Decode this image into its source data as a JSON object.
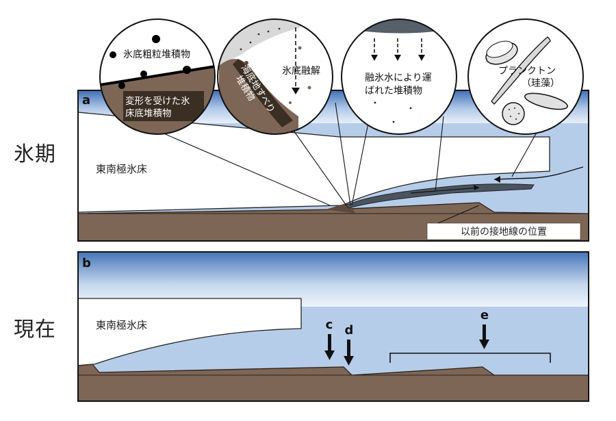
{
  "side_labels": {
    "top": "氷期",
    "bottom": "現在"
  },
  "panel_a": {
    "letter": "a",
    "ice_sheet": "東南極氷床",
    "grounding_line": "以前の接地線の位置",
    "bubbles": {
      "b1": {
        "lines": [
          "氷底粗粒堆積物"
        ]
      },
      "b1_lower": {
        "lines": [
          "変形を受けた氷",
          "床底堆積物"
        ]
      },
      "b2_slide": {
        "lines": [
          "海底地すべり",
          "堆積物"
        ]
      },
      "b2_melt": {
        "lines": [
          "氷底融解"
        ]
      },
      "b3": {
        "lines": [
          "融氷水により運",
          "ばれた堆積物"
        ]
      },
      "b4": {
        "lines": [
          "プランクトン",
          "（珪藻）"
        ]
      }
    }
  },
  "panel_b": {
    "letter": "b",
    "ice_sheet": "東南極氷床",
    "markers": {
      "c": "c",
      "d": "d",
      "e": "e"
    }
  },
  "colors": {
    "sediment": "#7d6656",
    "dark_sediment": "#4a3a31",
    "ocean": "#b6cdea",
    "sky_top": "#3f6fb5",
    "ice": "#ffffff",
    "label_box": "#3b2e22"
  }
}
